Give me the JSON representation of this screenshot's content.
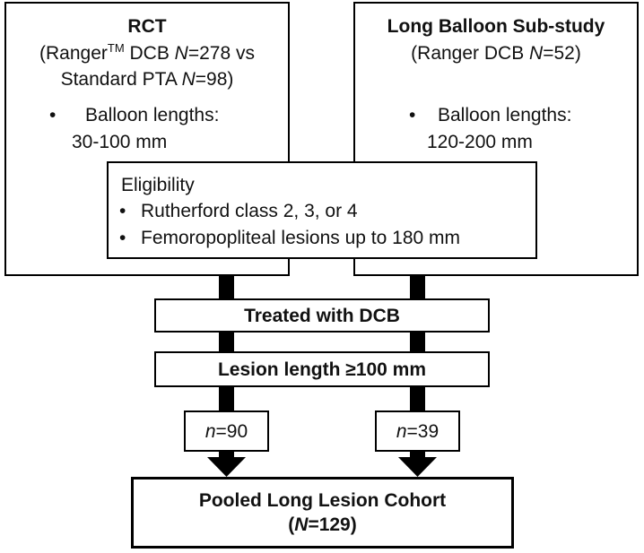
{
  "rct": {
    "title": "RCT",
    "line1_prefix": "(Ranger",
    "line1_sup": "TM",
    "line1_mid": " DCB ",
    "line1_n_label": "N",
    "line1_n_value": "=278 vs",
    "line2_prefix": "Standard PTA ",
    "line2_n_label": "N",
    "line2_n_value": "=98)",
    "bullet_symbol": "•",
    "bullet_label": "Balloon lengths:",
    "bullet_value": "30-100 mm"
  },
  "substudy": {
    "title": "Long Balloon Sub-study",
    "line1_prefix": "(Ranger DCB ",
    "line1_n_label": "N",
    "line1_n_value": "=52)",
    "bullet_symbol": "•",
    "bullet_label": "Balloon lengths:",
    "bullet_value": "120-200 mm"
  },
  "eligibility": {
    "title": "Eligibility",
    "items": [
      {
        "bullet": "•",
        "text": "Rutherford class 2, 3, or 4"
      },
      {
        "bullet": "•",
        "text": "Femoropopliteal lesions up to 180 mm"
      }
    ]
  },
  "treated": {
    "label": "Treated with DCB"
  },
  "lesion": {
    "label": "Lesion length ≥100 mm"
  },
  "count_left": {
    "var": "n",
    "value": "=90"
  },
  "count_right": {
    "var": "n",
    "value": "=39"
  },
  "pooled": {
    "line1": "Pooled Long Lesion Cohort",
    "line2_open": "(",
    "line2_var": "N",
    "line2_value": "=129)"
  }
}
